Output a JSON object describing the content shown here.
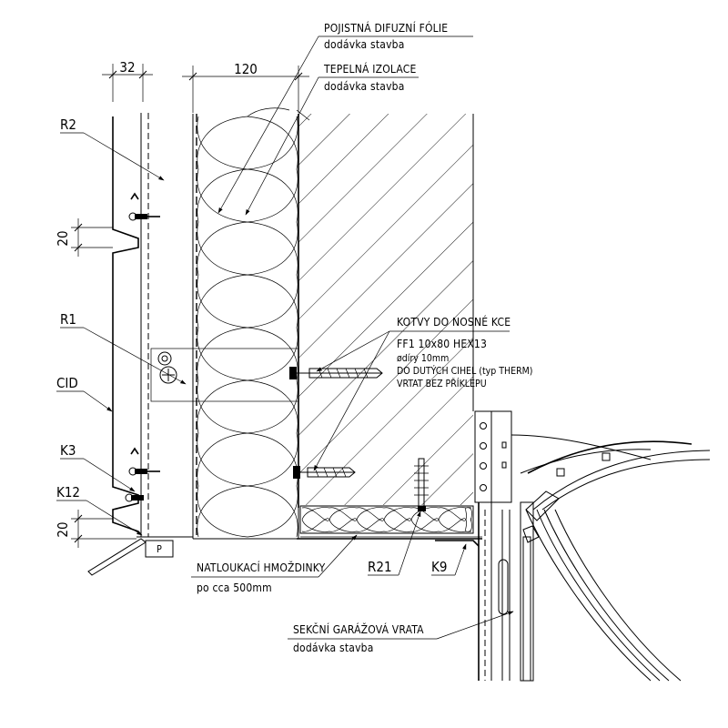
{
  "dimensions": {
    "d32": "32",
    "d120": "120",
    "d20_upper": "20",
    "d20_lower": "20"
  },
  "refs": {
    "r2": "R2",
    "r1": "R1",
    "cid": "CID",
    "k3": "K3",
    "k12": "K12",
    "r21": "R21",
    "k9": "K9",
    "p": "P"
  },
  "callouts": {
    "foil": {
      "line1": "POJISTNÁ DIFUZNÍ FÓLIE",
      "line2": "dodávka stavba"
    },
    "insulation": {
      "line1": "TEPELNÁ IZOLACE",
      "line2": "dodávka stavba"
    },
    "anchors": {
      "title": "KOTVY DO NOSNÉ KCE",
      "line1": "FF1 10x80 HEX13",
      "line2": "ødíry 10mm",
      "line3": "DO DUTÝCH CIHEL (typ THERM)",
      "line4": "VRTAT BEZ PŘÍKLEPU"
    },
    "dowels": {
      "line1": "NATLOUKACÍ HMOŽDINKY",
      "line2": "po cca 500mm"
    },
    "door": {
      "line1": "SEKČNÍ GARÁŽOVÁ VRATA",
      "line2": "dodávka stavba"
    }
  }
}
